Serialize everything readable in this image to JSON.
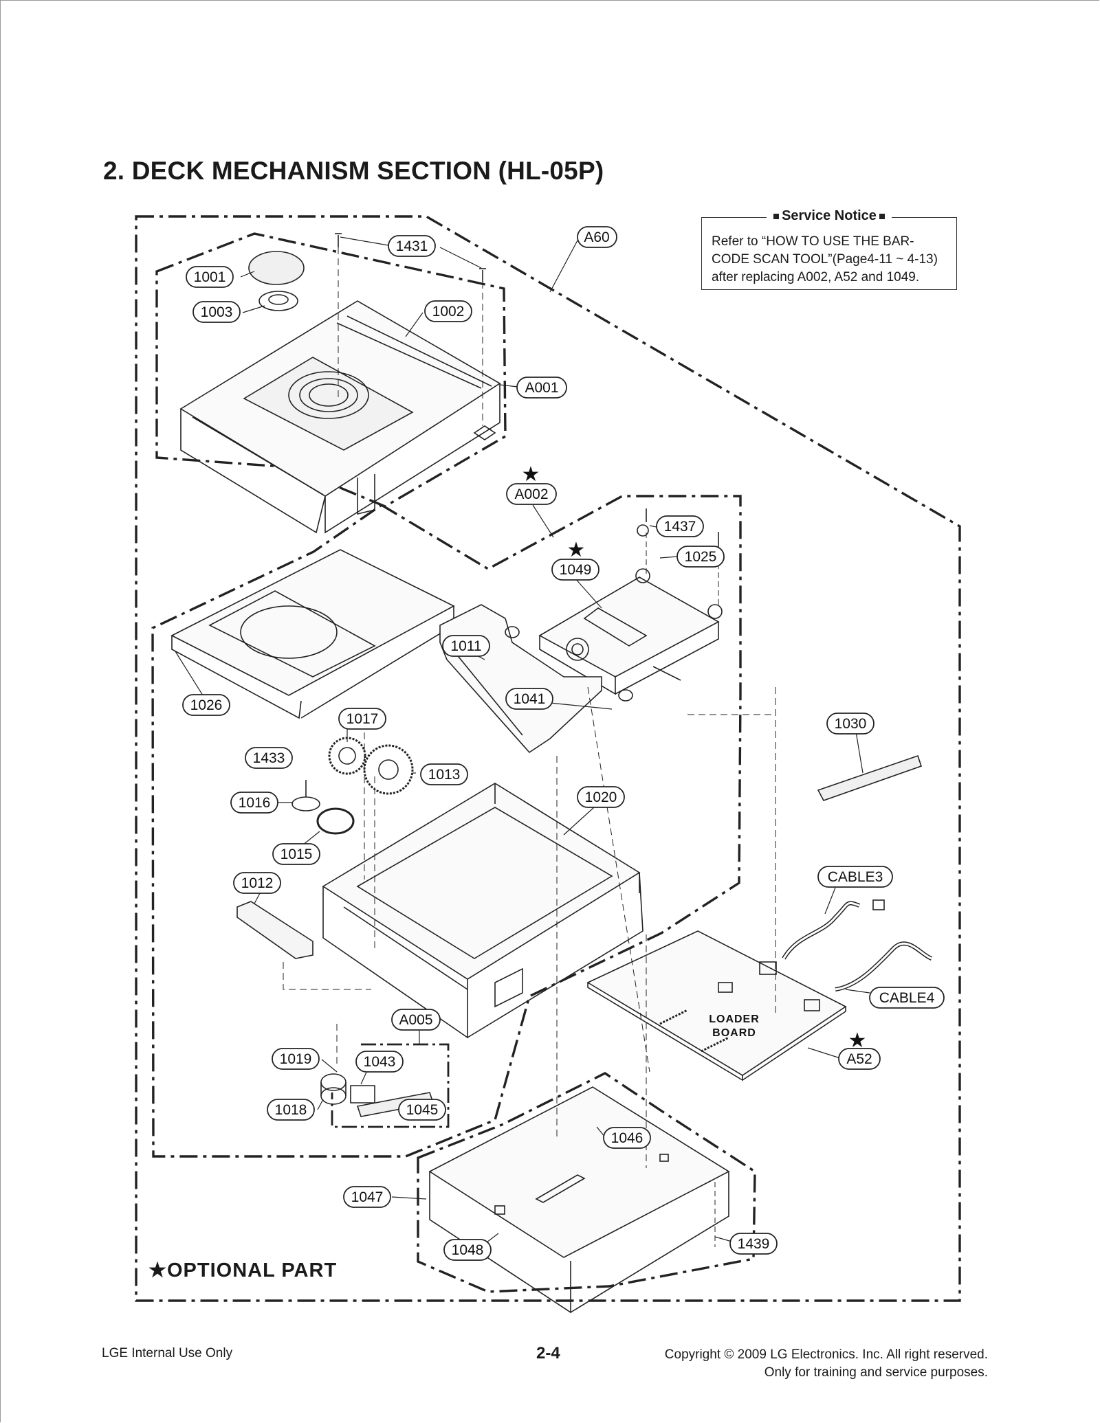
{
  "title": "2. DECK MECHANISM SECTION (HL-05P)",
  "service_notice": {
    "heading": "Service Notice",
    "lines": [
      "Refer to “HOW TO USE THE BAR-",
      "CODE SCAN TOOL”(Page4-11 ~ 4-13)",
      "after replacing A002, A52 and 1049."
    ]
  },
  "callouts": {
    "c1431": "1431",
    "c1001": "1001",
    "c1003": "1003",
    "c1002": "1002",
    "cA60": "A60",
    "cA001": "A001",
    "cA002": "A002",
    "c1437": "1437",
    "c1025": "1025",
    "c1049": "1049",
    "c1011": "1011",
    "c1041": "1041",
    "c1026": "1026",
    "c1017": "1017",
    "c1433": "1433",
    "c1013": "1013",
    "c1030": "1030",
    "c1016": "1016",
    "c1020": "1020",
    "c1015": "1015",
    "c1012": "1012",
    "cCABLE3": "CABLE3",
    "cCABLE4": "CABLE4",
    "cA005": "A005",
    "c1019": "1019",
    "c1043": "1043",
    "c1018": "1018",
    "c1045": "1045",
    "cA52": "A52",
    "c1046": "1046",
    "c1047": "1047",
    "c1048": "1048",
    "c1439": "1439"
  },
  "board_label": [
    "LOADER",
    "BOARD"
  ],
  "optional_marker": "★",
  "optional_label": "OPTIONAL PART",
  "footer": {
    "left": "LGE Internal Use Only",
    "page": "2-4",
    "copyright_line1": "Copyright © 2009 LG Electronics. Inc. All right reserved.",
    "copyright_line2": "Only for training and service purposes."
  }
}
